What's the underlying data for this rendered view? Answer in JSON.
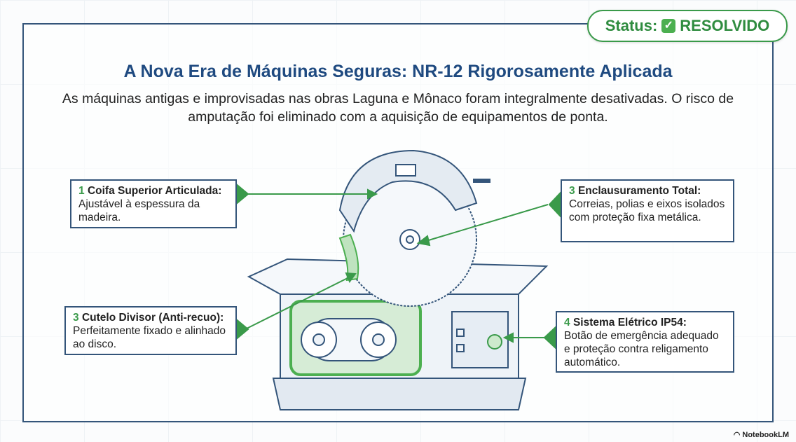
{
  "status": {
    "label": "Status:",
    "icon": "check-mark-icon",
    "value": "RESOLVIDO",
    "color": "#3a9a4a"
  },
  "title": "A Nova Era de Máquinas Seguras: NR-12 Rigorosamente Aplicada",
  "subtitle": "As máquinas antigas e improvisadas nas obras Laguna e Mônaco foram integralmente desativadas. O risco de amputação foi eliminado com a aquisição de equipamentos de ponta.",
  "callouts": [
    {
      "num": "1",
      "heading": "Coifa Superior Articulada:",
      "text": "Ajustável à espessura da madeira."
    },
    {
      "num": "3",
      "heading": "Enclausuramento Total:",
      "text": "Correias, polias e eixos isolados com proteção fixa metálica."
    },
    {
      "num": "3",
      "heading": "Cutelo Divisor (Anti-recuo):",
      "text": "Perfeitamente fixado e alinhado ao disco."
    },
    {
      "num": "4",
      "heading": "Sistema Elétrico IP54:",
      "text": "Botão de emergência adequado e proteção contra religamento automático."
    }
  ],
  "footer": "NotebookLM",
  "colors": {
    "navy": "#1f4a80",
    "green": "#3a9a4a"
  }
}
